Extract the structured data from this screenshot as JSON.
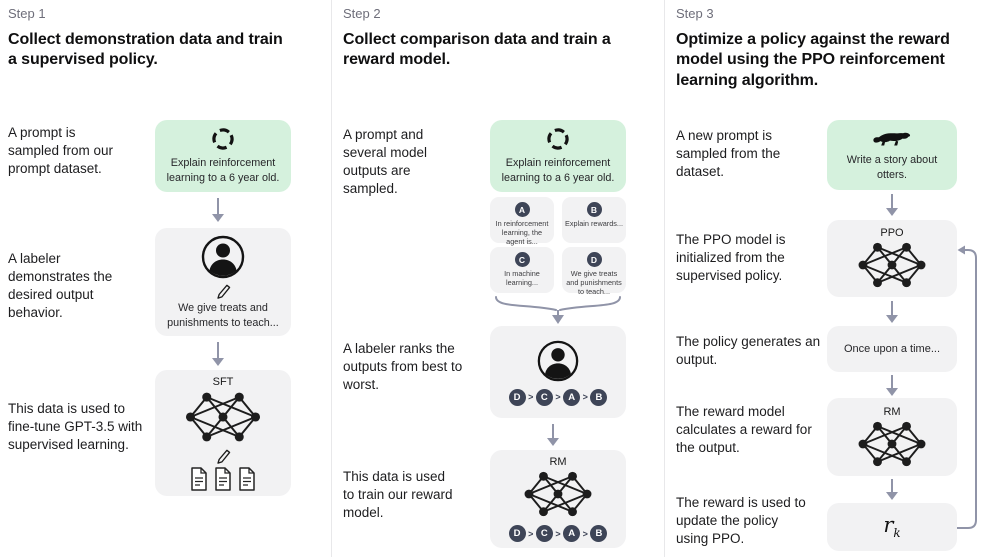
{
  "colors": {
    "prompt_box_green": "#d5f1dd",
    "node_box_gray": "#f2f2f3",
    "arrow": "#9094a8",
    "badge": "#3e4557",
    "divider": "#e8e8ea"
  },
  "sym": {
    "gt": ">"
  },
  "step1": {
    "label": "Step 1",
    "title": "Collect demonstration data and train a supervised policy.",
    "text_prompt": "A prompt is sampled from our prompt dataset.",
    "text_labeler": "A labeler demonstrates the desired output behavior.",
    "text_data": "This data is used to fine-tune GPT-3.5 with supervised learning.",
    "prompt_box": "Explain reinforcement learning to a 6 year old.",
    "labeler_box": "We give treats and punishments to teach...",
    "model_label": "SFT"
  },
  "step2": {
    "label": "Step 2",
    "title": "Collect comparison data and train a reward model.",
    "text_prompt": "A prompt and several model outputs are sampled.",
    "text_labeler": "A labeler ranks the outputs from best to worst.",
    "text_data": "This data is used to train our reward model.",
    "prompt_box": "Explain reinforcement learning to a 6 year old.",
    "outputs": [
      {
        "id": "A",
        "text": "In reinforcement learning, the agent is..."
      },
      {
        "id": "B",
        "text": "Explain rewards..."
      },
      {
        "id": "C",
        "text": "In machine learning..."
      },
      {
        "id": "D",
        "text": "We give treats and punishments to teach..."
      }
    ],
    "ranking": [
      "D",
      "C",
      "A",
      "B"
    ],
    "model_label": "RM"
  },
  "step3": {
    "label": "Step 3",
    "title": "Optimize a policy against the reward model using the PPO reinforcement learning algorithm.",
    "text_prompt": "A new prompt is sampled from the dataset.",
    "text_init": "The PPO model is initialized from the supervised policy.",
    "text_output": "The policy generates an output.",
    "text_reward": "The reward model calculates a reward for the output.",
    "text_update": "The reward is used to update the policy using PPO.",
    "prompt_box": "Write a story about otters.",
    "ppo_label": "PPO",
    "output_box": "Once upon a time...",
    "rm_label": "RM",
    "reward_label": "r",
    "reward_sub": "k"
  }
}
